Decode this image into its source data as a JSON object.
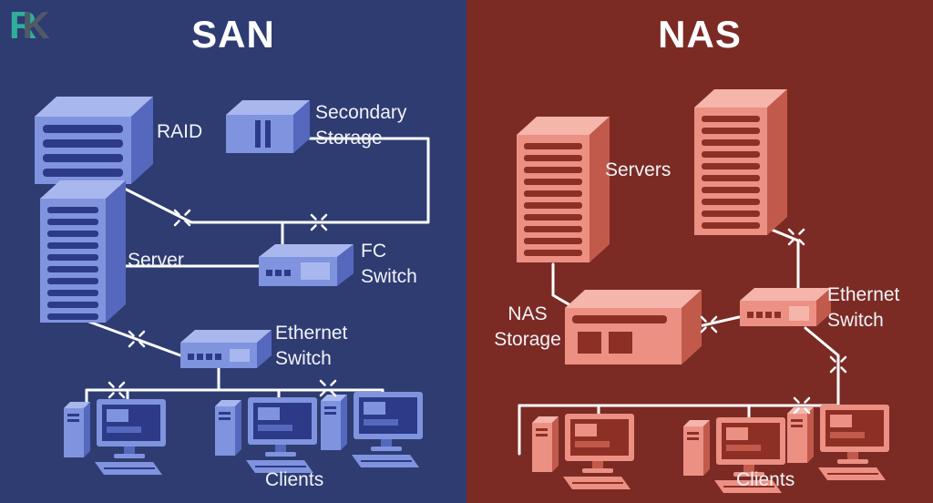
{
  "logo": {
    "r": "R",
    "k": "K"
  },
  "diagram": {
    "san": {
      "title": "SAN",
      "background": "#2E3C72",
      "device_color": "#8093DE",
      "device_top_color": "#A9B7EF",
      "device_side_color": "#5568BE",
      "device_detail_color": "#2C3A88",
      "line_color": "#FFFFFF",
      "text_color": "#F2F3F8",
      "labels": {
        "raid": "RAID",
        "secondary_storage": "Secondary Storage",
        "server": "Server",
        "fc_switch": "FC Switch",
        "ethernet_switch": "Ethernet Switch",
        "clients": "Clients"
      }
    },
    "nas": {
      "title": "NAS",
      "background": "#7B2B24",
      "device_color": "#EC9084",
      "device_top_color": "#F5B5AA",
      "device_side_color": "#C25A4C",
      "device_detail_color": "#8E2F26",
      "line_color": "#FFFFFF",
      "text_color": "#F2F3F8",
      "labels": {
        "servers": "Servers",
        "nas_storage": "NAS Storage",
        "ethernet_switch": "Ethernet Switch",
        "clients": "Clients"
      }
    }
  }
}
